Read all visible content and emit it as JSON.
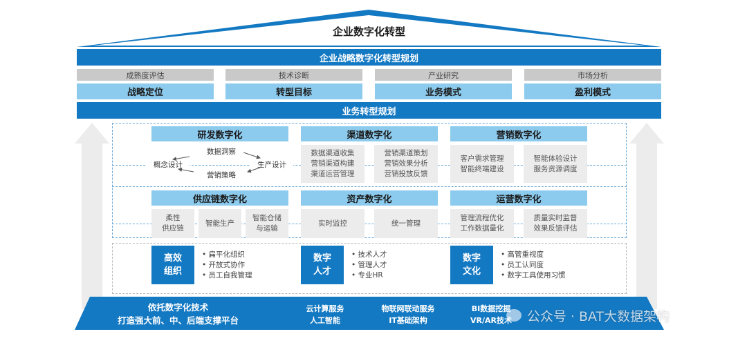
{
  "roof_title": "企业数字化转型",
  "strategy_bar": "企业战略数字化转型规划",
  "assessments": [
    {
      "tab": "成熟度评估",
      "box": "战略定位"
    },
    {
      "tab": "技术诊断",
      "box": "转型目标"
    },
    {
      "tab": "产业研究",
      "box": "业务模式"
    },
    {
      "tab": "市场分析",
      "box": "盈利模式"
    }
  ],
  "business_bar": "业务转型规划",
  "rd": {
    "title": "研发数字化",
    "insight": "数据洞察",
    "concept": "概念设计",
    "production": "生产设计",
    "marketing": "营销策略"
  },
  "channel": {
    "title": "渠道数字化",
    "col1": [
      "数据渠道收集",
      "营销渠道构建",
      "渠道运营管理"
    ],
    "col2": [
      "营销渠道策划",
      "营销效果分析",
      "营销投放反馈"
    ]
  },
  "sales": {
    "title": "营销数字化",
    "col1": [
      "客户需求管理",
      "智能终端建设"
    ],
    "col2": [
      "智能体验设计",
      "服务资源调度"
    ]
  },
  "supply": {
    "title": "供应链数字化",
    "items": [
      [
        "柔性",
        "供应链"
      ],
      [
        "智能生产"
      ],
      [
        "智能仓储",
        "与运输"
      ]
    ]
  },
  "asset": {
    "title": "资产数字化",
    "items": [
      "实时监控",
      "统一管理"
    ]
  },
  "ops": {
    "title": "运营数字化",
    "col1": [
      "管理流程优化",
      "工作数据量化"
    ],
    "col2": [
      "质量实时监督",
      "效果反馈评估"
    ]
  },
  "org": {
    "title": [
      "高效",
      "组织"
    ],
    "bullets": [
      "扁平化组织",
      "开放式协作",
      "员工自我管理"
    ]
  },
  "talent": {
    "title": [
      "数字",
      "人才"
    ],
    "bullets": [
      "技术人才",
      "管理人才",
      "专业HR"
    ]
  },
  "culture": {
    "title": [
      "数字",
      "文化"
    ],
    "bullets": [
      "高管重视度",
      "员工认同度",
      "数字工具使用习惯"
    ]
  },
  "platform": {
    "left": [
      "依托数字化技术",
      "打造强大前、中、后端支撑平台"
    ],
    "col1": [
      "云计算服务",
      "人工智能"
    ],
    "col2": [
      "物联网联动服务",
      "IT基础架构"
    ],
    "col3": [
      "BI数据挖掘",
      "VR/AR技术"
    ]
  },
  "watermark": "公众号 · BAT大数据架构",
  "colors": {
    "primary": "#1479c3",
    "light": "#8ccbee",
    "gray": "#c9c9c9",
    "arrow": "#ececec"
  }
}
